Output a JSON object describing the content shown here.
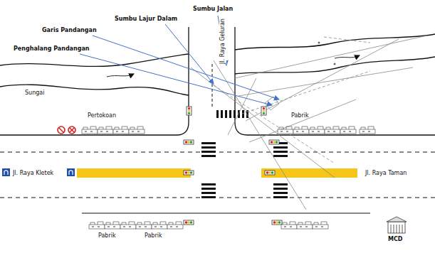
{
  "diagram": {
    "labels": [
      "Sumbu Jalan",
      "Sumbu Lajur Dalam",
      "Garis Pandangan",
      "Penghalang Pandangan",
      "Jl. Raya Geluran",
      "Sungai",
      "Pertokoan",
      "Pabrik",
      "Jl. Raya Kletek",
      "Jl. Raya Taman",
      "Pabrik",
      "Pabrik",
      "MCD"
    ]
  }
}
